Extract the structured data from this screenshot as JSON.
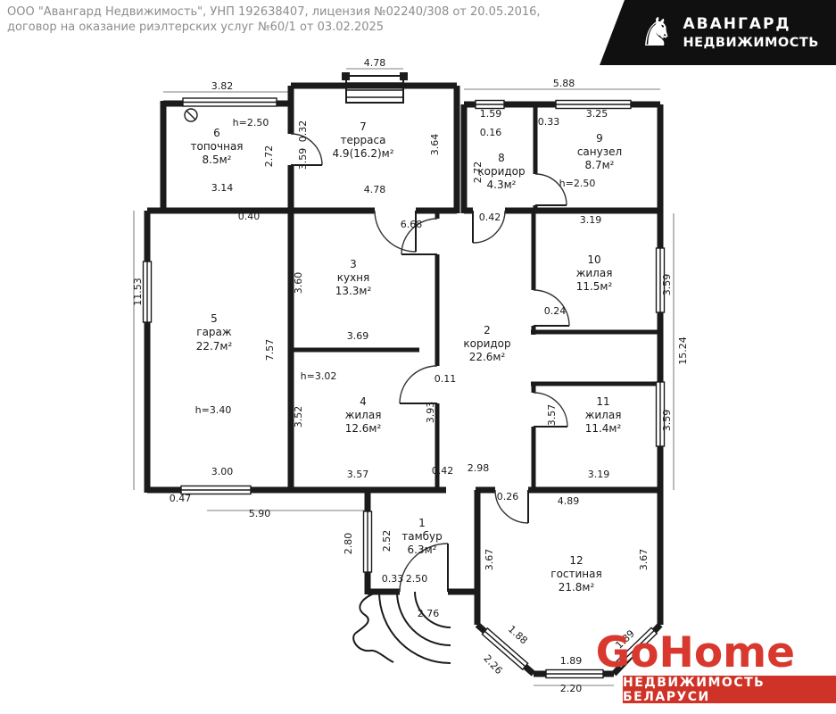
{
  "header": {
    "line1": "ООО \"Авангард Недвижимость\", УНП 192638407, лицензия №02240/308 от 20.05.2016,",
    "line2": "договор на оказание риэлтерских услуг №60/1 от 03.02.2025"
  },
  "top_logo": {
    "line1": "АВАНГАРД",
    "line2": "НЕДВИЖИМОСТЬ"
  },
  "bottom_logo": {
    "brand": "GoHome",
    "tagline": "НЕДВИЖИМОСТЬ БЕЛАРУСИ"
  },
  "colors": {
    "logo_bg": "#101010",
    "logo_fg": "#ffffff",
    "brand_red": "#d8382e",
    "bar_red": "#cf3227",
    "header_gray": "#8d8d8d",
    "line_black": "#1a1a1a"
  },
  "plan": {
    "rooms": [
      {
        "num": "6",
        "name": "топочная",
        "area": "8.5м²"
      },
      {
        "num": "7",
        "name": "терраса",
        "area": "4.9(16.2)м²"
      },
      {
        "num": "8",
        "name": "коридор",
        "area": "4.3м²"
      },
      {
        "num": "9",
        "name": "санузел",
        "area": "8.7м²"
      },
      {
        "num": "5",
        "name": "гараж",
        "area": "22.7м²"
      },
      {
        "num": "3",
        "name": "кухня",
        "area": "13.3м²"
      },
      {
        "num": "10",
        "name": "жилая",
        "area": "11.5м²"
      },
      {
        "num": "2",
        "name": "коридор",
        "area": "22.6м²"
      },
      {
        "num": "4",
        "name": "жилая",
        "area": "12.6м²"
      },
      {
        "num": "11",
        "name": "жилая",
        "area": "11.4м²"
      },
      {
        "num": "1",
        "name": "тамбур",
        "area": "6.3м²"
      },
      {
        "num": "12",
        "name": "гостиная",
        "area": "21.8м²"
      }
    ],
    "dims": [
      "4.78",
      "3.82",
      "5.88",
      "1.59",
      "0.16",
      "3.25",
      "0.33",
      "h=2.50",
      "0.32",
      "2.72",
      "3.59",
      "3.64",
      "2.72",
      "3.14",
      "h=2.50",
      "4.78",
      "0.40",
      "6.68",
      "0.42",
      "3.19",
      "11.53",
      "3.60",
      "3.59",
      "0.24",
      "15.24",
      "7.57",
      "3.69",
      "h=3.02",
      "0.11",
      "3.52",
      "3.93",
      "3.57",
      "3.59",
      "h=3.40",
      "3.00",
      "3.57",
      "0.42",
      "2.98",
      "0.47",
      "5.90",
      "0.26",
      "3.19",
      "4.89",
      "2.80",
      "2.52",
      "3.67",
      "3.67",
      "0.33",
      "2.50",
      "2.76",
      "2.26",
      "1.88",
      "1.89",
      "1.89",
      "2.20"
    ]
  }
}
